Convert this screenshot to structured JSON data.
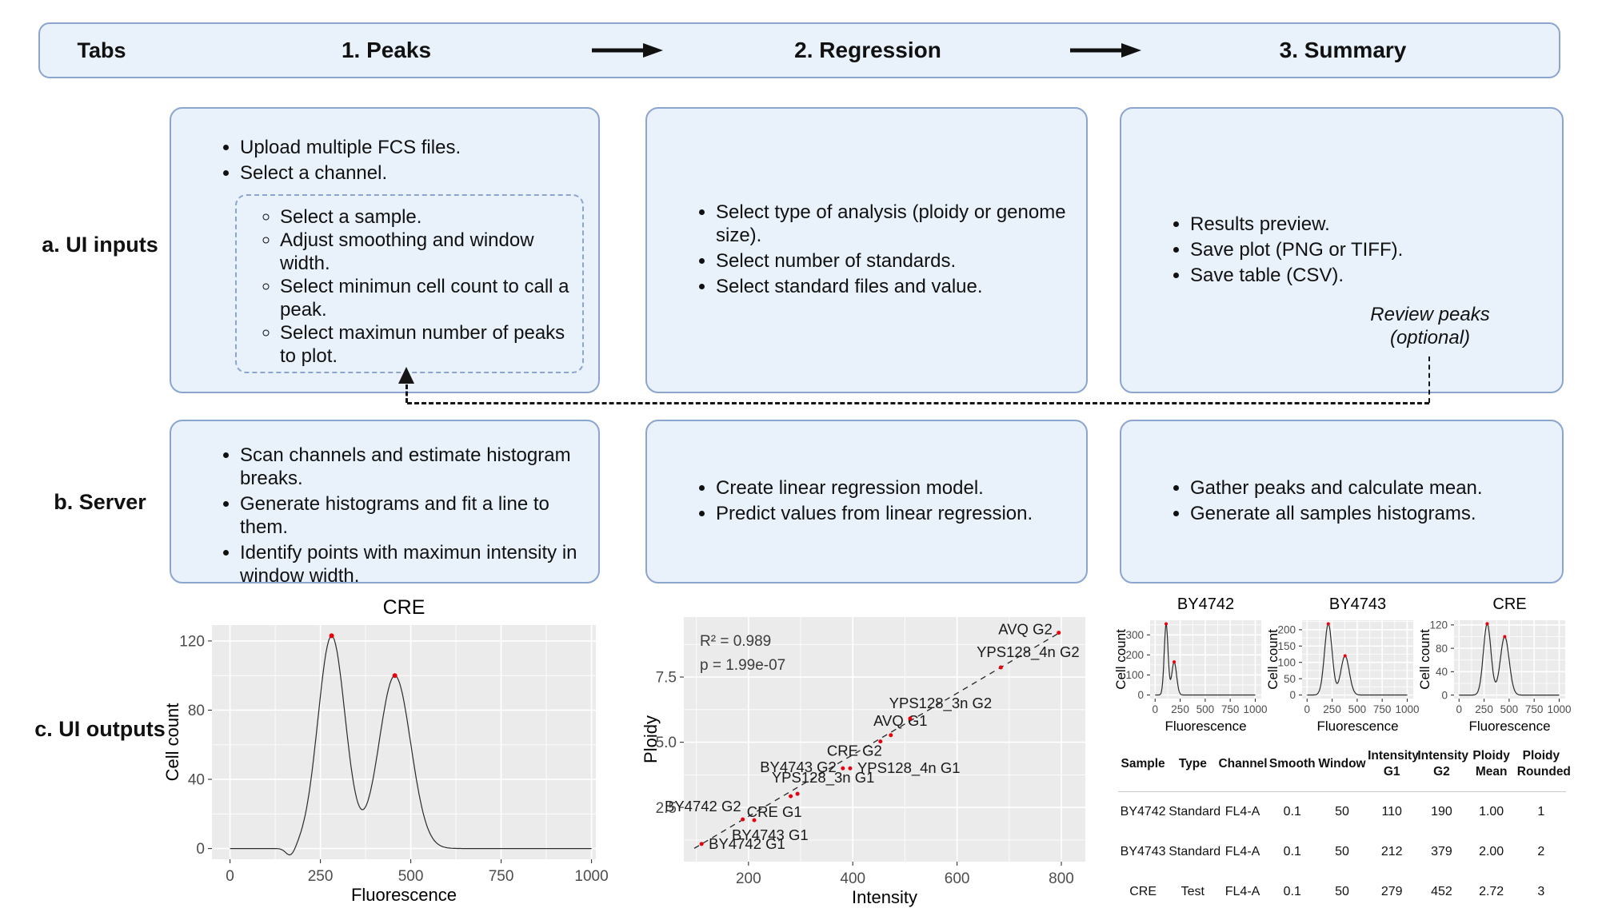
{
  "figure": {
    "header": {
      "tabs_label": "Tabs",
      "steps": [
        "1. Peaks",
        "2. Regression",
        "3. Summary"
      ]
    },
    "row_labels": {
      "a": "a. UI inputs",
      "b": "b. Server",
      "c": "c. UI outputs"
    },
    "ui_inputs": {
      "peaks": {
        "bullets": [
          "Upload multiple FCS files.",
          "Select a channel."
        ],
        "peak_options": [
          "Select a sample.",
          "Adjust smoothing and window width.",
          "Select minimun cell count to call a peak.",
          "Select maximun number of peaks to plot."
        ]
      },
      "regression": {
        "bullets": [
          "Select type of analysis (ploidy or genome size).",
          "Select number of standards.",
          "Select standard files and value."
        ]
      },
      "summary": {
        "bullets": [
          "Results preview.",
          "Save plot (PNG or TIFF).",
          "Save table (CSV)."
        ],
        "review_note": "Review peaks\n(optional)"
      }
    },
    "server": {
      "peaks": {
        "bullets": [
          "Scan channels and estimate histogram breaks.",
          "Generate histograms and fit a line to them.",
          "Identify points with maximun intensity in window width."
        ]
      },
      "regression": {
        "bullets": [
          "Create linear regression model.",
          "Predict values from linear regression."
        ]
      },
      "summary": {
        "bullets": [
          "Gather peaks and calculate mean.",
          "Generate all samples histograms."
        ]
      }
    }
  },
  "chart_data": [
    {
      "type": "line",
      "name": "cre-histogram",
      "title": "CRE",
      "xlabel": "Fluorescence",
      "ylabel": "Cell count",
      "xlim": [
        -50,
        1012
      ],
      "ylim": [
        -6.2,
        129.2
      ],
      "xticks": [
        {
          "v": 0,
          "l": "0"
        },
        {
          "v": 250,
          "l": "250"
        },
        {
          "v": 500,
          "l": "500"
        },
        {
          "v": 750,
          "l": "750"
        },
        {
          "v": 1000,
          "l": "1000"
        }
      ],
      "yticks": [
        {
          "v": 0,
          "l": "0"
        },
        {
          "v": 40,
          "l": "40"
        },
        {
          "v": 80,
          "l": "80"
        },
        {
          "v": 120,
          "l": "120"
        }
      ],
      "curve_range": [
        0,
        1000
      ],
      "components": [
        {
          "mu": 281,
          "sigma": 38,
          "amp": 123
        },
        {
          "mu": 456,
          "sigma": 44,
          "amp": 100
        },
        {
          "mu": 168,
          "sigma": 13,
          "amp": -5
        }
      ],
      "peaks": [
        {
          "x": 281,
          "y": 123
        },
        {
          "x": 456,
          "y": 100
        }
      ]
    },
    {
      "type": "scatter",
      "name": "ploidy-regression",
      "xlabel": "Intensity",
      "ylabel": "Ploidy",
      "xlim": [
        76,
        846
      ],
      "ylim": [
        0.42,
        9.8
      ],
      "xticks": [
        {
          "v": 200,
          "l": "200"
        },
        {
          "v": 400,
          "l": "400"
        },
        {
          "v": 600,
          "l": "600"
        },
        {
          "v": 800,
          "l": "800"
        }
      ],
      "yticks": [
        {
          "v": 2.5,
          "l": "2.5"
        },
        {
          "v": 5,
          "l": "5.0"
        },
        {
          "v": 7.5,
          "l": "7.5"
        }
      ],
      "annotations": [
        "R² = 0.989",
        "p = 1.99e-07"
      ],
      "line": {
        "x1": 96,
        "y1": 0.93,
        "x2": 800,
        "y2": 9.24
      },
      "points": [
        {
          "x": 110,
          "y": 1.1,
          "label": "BY4742 G1",
          "anchor": "start",
          "dx": 9,
          "dy": 6
        },
        {
          "x": 189,
          "y": 2.04,
          "label": "BY4742 G2",
          "anchor": "end",
          "dx": -2,
          "dy": -10
        },
        {
          "x": 211,
          "y": 2.01,
          "label": "BY4743 G1",
          "anchor": "start",
          "dx": -28,
          "dy": 25
        },
        {
          "x": 281,
          "y": 2.93,
          "label": "CRE G1",
          "anchor": "end",
          "dx": 14,
          "dy": 26
        },
        {
          "x": 294,
          "y": 3.02,
          "label": "YPS128_3n G1",
          "anchor": "middle",
          "dx": 32,
          "dy": -14
        },
        {
          "x": 381,
          "y": 4.0,
          "label": "BY4743 G2",
          "anchor": "end",
          "dx": -8,
          "dy": 5
        },
        {
          "x": 395,
          "y": 4.0,
          "label": "YPS128_4n G1",
          "anchor": "start",
          "dx": 9,
          "dy": 6
        },
        {
          "x": 453,
          "y": 5.03,
          "label": "CRE G2",
          "anchor": "end",
          "dx": 2,
          "dy": 18
        },
        {
          "x": 473,
          "y": 5.27,
          "label": "AVQ G1",
          "anchor": "middle",
          "dx": 12,
          "dy": -12
        },
        {
          "x": 510,
          "y": 5.91,
          "label": "YPS128_3n G2",
          "anchor": "middle",
          "dx": 38,
          "dy": -13
        },
        {
          "x": 684,
          "y": 7.87,
          "label": "YPS128_4n G2",
          "anchor": "middle",
          "dx": 34,
          "dy": -13
        },
        {
          "x": 795,
          "y": 9.2,
          "label": "AVQ G2",
          "anchor": "end",
          "dx": -8,
          "dy": 2
        }
      ]
    },
    {
      "type": "line",
      "name": "by4742-histogram",
      "title": "BY4742",
      "xlabel": "Fluorescence",
      "ylabel": "Cell count",
      "xlim": [
        -50,
        1060
      ],
      "ylim": [
        -18,
        373
      ],
      "xticks": [
        {
          "v": 0,
          "l": "0"
        },
        {
          "v": 250,
          "l": "250"
        },
        {
          "v": 500,
          "l": "500"
        },
        {
          "v": 750,
          "l": "750"
        },
        {
          "v": 1000,
          "l": "1000"
        }
      ],
      "yticks": [
        {
          "v": 0,
          "l": "0"
        },
        {
          "v": 100,
          "l": "100"
        },
        {
          "v": 200,
          "l": "200"
        },
        {
          "v": 300,
          "l": "300"
        }
      ],
      "curve_range": [
        0,
        1000
      ],
      "components": [
        {
          "mu": 110,
          "sigma": 19,
          "amp": 355
        },
        {
          "mu": 190,
          "sigma": 24,
          "amp": 165
        }
      ],
      "peaks": [
        {
          "x": 110,
          "y": 355
        },
        {
          "x": 190,
          "y": 165
        }
      ]
    },
    {
      "type": "line",
      "name": "by4743-histogram",
      "title": "BY4743",
      "xlabel": "Fluorescence",
      "ylabel": "Cell count",
      "xlim": [
        -50,
        1060
      ],
      "ylim": [
        -11,
        229
      ],
      "xticks": [
        {
          "v": 0,
          "l": "0"
        },
        {
          "v": 250,
          "l": "250"
        },
        {
          "v": 500,
          "l": "500"
        },
        {
          "v": 750,
          "l": "750"
        },
        {
          "v": 1000,
          "l": "1000"
        }
      ],
      "yticks": [
        {
          "v": 0,
          "l": "0"
        },
        {
          "v": 50,
          "l": "50"
        },
        {
          "v": 100,
          "l": "100"
        },
        {
          "v": 150,
          "l": "150"
        },
        {
          "v": 200,
          "l": "200"
        }
      ],
      "curve_range": [
        0,
        1000
      ],
      "components": [
        {
          "mu": 212,
          "sigma": 38,
          "amp": 218
        },
        {
          "mu": 379,
          "sigma": 42,
          "amp": 120
        }
      ],
      "peaks": [
        {
          "x": 212,
          "y": 218
        },
        {
          "x": 379,
          "y": 120
        }
      ]
    },
    {
      "type": "line",
      "name": "cre-small-histogram",
      "title": "CRE",
      "xlabel": "Fluorescence",
      "ylabel": "Cell count",
      "xlim": [
        -50,
        1060
      ],
      "ylim": [
        -6,
        128
      ],
      "xticks": [
        {
          "v": 0,
          "l": "0"
        },
        {
          "v": 250,
          "l": "250"
        },
        {
          "v": 500,
          "l": "500"
        },
        {
          "v": 750,
          "l": "750"
        },
        {
          "v": 1000,
          "l": "1000"
        }
      ],
      "yticks": [
        {
          "v": 0,
          "l": "0"
        },
        {
          "v": 40,
          "l": "40"
        },
        {
          "v": 80,
          "l": "80"
        },
        {
          "v": 120,
          "l": "120"
        }
      ],
      "curve_range": [
        0,
        1000
      ],
      "components": [
        {
          "mu": 281,
          "sigma": 38,
          "amp": 122
        },
        {
          "mu": 456,
          "sigma": 44,
          "amp": 100
        }
      ],
      "peaks": [
        {
          "x": 281,
          "y": 122
        },
        {
          "x": 456,
          "y": 100
        }
      ]
    }
  ],
  "table": {
    "headers": [
      "Sample",
      "Type",
      "Channel",
      "Smooth",
      "Window",
      "Intensity\nG1",
      "Intensity\nG2",
      "Ploidy\nMean",
      "Ploidy\nRounded"
    ],
    "rows": [
      [
        "BY4742",
        "Standard",
        "FL4-A",
        "0.1",
        "50",
        "110",
        "190",
        "1.00",
        "1"
      ],
      [
        "BY4743",
        "Standard",
        "FL4-A",
        "0.1",
        "50",
        "212",
        "379",
        "2.00",
        "2"
      ],
      [
        "CRE",
        "Test",
        "FL4-A",
        "0.1",
        "50",
        "279",
        "452",
        "2.72",
        "3"
      ]
    ]
  },
  "colors": {
    "box_fill": "#e9f1fb",
    "box_border": "#8ba5ce",
    "panel_bg": "#ebebeb",
    "grid": "#ffffff",
    "curve": "#2b2b2b",
    "peak_dot": "#e8000b",
    "tick_text": "#4d4d4d",
    "connector": "#151515"
  }
}
